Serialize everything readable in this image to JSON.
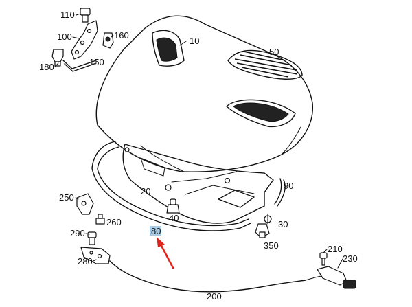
{
  "diagram": {
    "callouts": [
      {
        "id": "110",
        "text": "110"
      },
      {
        "id": "100",
        "text": "100"
      },
      {
        "id": "160",
        "text": "160"
      },
      {
        "id": "180",
        "text": "180"
      },
      {
        "id": "150",
        "text": "150"
      },
      {
        "id": "10",
        "text": "10"
      },
      {
        "id": "50",
        "text": "50"
      },
      {
        "id": "20",
        "text": "20"
      },
      {
        "id": "90",
        "text": "90"
      },
      {
        "id": "40",
        "text": "40"
      },
      {
        "id": "30",
        "text": "30"
      },
      {
        "id": "350",
        "text": "350"
      },
      {
        "id": "250",
        "text": "250"
      },
      {
        "id": "260",
        "text": "260"
      },
      {
        "id": "290",
        "text": "290"
      },
      {
        "id": "80",
        "text": "80"
      },
      {
        "id": "280",
        "text": "280"
      },
      {
        "id": "210",
        "text": "210"
      },
      {
        "id": "230",
        "text": "230"
      },
      {
        "id": "200",
        "text": "200"
      }
    ],
    "highlighted_callout": "80",
    "colors": {
      "line": "#111111",
      "highlight": "#a9cde8",
      "arrow": "#e0231b"
    }
  }
}
